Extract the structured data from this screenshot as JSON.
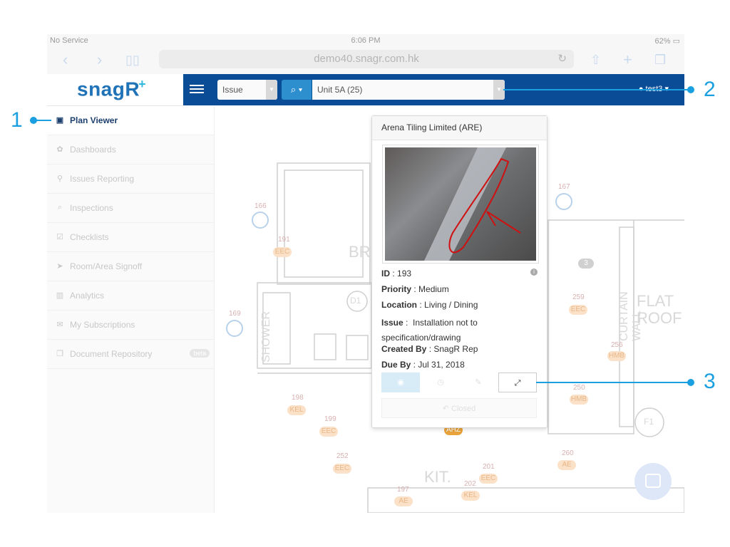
{
  "status_bar": {
    "carrier": "No Service",
    "time": "6:06 PM",
    "battery": "62%"
  },
  "browser": {
    "url": "demo40.snagr.com.hk"
  },
  "app": {
    "logo": "snagR",
    "type_select": "Issue",
    "unit_select": "Unit 5A (25)",
    "user": "test3"
  },
  "sidebar": {
    "items": [
      {
        "label": "Plan Viewer",
        "icon": "image-icon"
      },
      {
        "label": "Dashboards",
        "icon": "palette-icon"
      },
      {
        "label": "Issues Reporting",
        "icon": "map-pin-icon"
      },
      {
        "label": "Inspections",
        "icon": "search-icon"
      },
      {
        "label": "Checklists",
        "icon": "checkbox-icon"
      },
      {
        "label": "Room/Area Signoff",
        "icon": "location-arrow-icon"
      },
      {
        "label": "Analytics",
        "icon": "bar-chart-icon"
      },
      {
        "label": "My Subscriptions",
        "icon": "envelope-icon"
      },
      {
        "label": "Document Repository",
        "icon": "copy-icon",
        "badge": "beta"
      }
    ]
  },
  "plan": {
    "labels": {
      "br": "BR",
      "shower": "SHOWER",
      "kit": "KIT.",
      "flat_roof": "FLAT ROOF",
      "curtain_wall": "CURTAIN WALL",
      "d1": "D1",
      "f1": "F1"
    },
    "pins": [
      {
        "num": "191",
        "code": "EEC"
      },
      {
        "num": "259",
        "code": "EEC"
      },
      {
        "num": "256",
        "code": "HMB"
      },
      {
        "num": "250",
        "code": "HMB"
      },
      {
        "num": "198",
        "code": "KEL"
      },
      {
        "num": "199",
        "code": "EEC"
      },
      {
        "num": "252",
        "code": "EEC"
      },
      {
        "num": "201",
        "code": "EEC"
      },
      {
        "num": "202",
        "code": "KEL"
      },
      {
        "num": "197",
        "code": "AE"
      },
      {
        "num": "260",
        "code": "AE"
      },
      {
        "num": "",
        "code": "AHZ"
      }
    ],
    "targets": [
      "166",
      "167",
      "169"
    ],
    "marker": "3"
  },
  "popup": {
    "title": "Arena Tiling Limited (ARE)",
    "id_label": "ID",
    "id": "193",
    "priority_label": "Priority",
    "priority": "Medium",
    "location_label": "Location",
    "location": "Living / Dining",
    "issue_label": "Issue",
    "issue": "Installation not to specification/drawing",
    "created_label": "Created By",
    "created_by": "SnagR Rep",
    "due_label": "Due By",
    "due_by": "Jul 31, 2018",
    "closed_label": "Closed"
  },
  "callouts": [
    "1",
    "2",
    "3"
  ],
  "colors": {
    "header": "#0a4d96",
    "accent": "#1aa0e0",
    "logo": "#2173b8"
  }
}
